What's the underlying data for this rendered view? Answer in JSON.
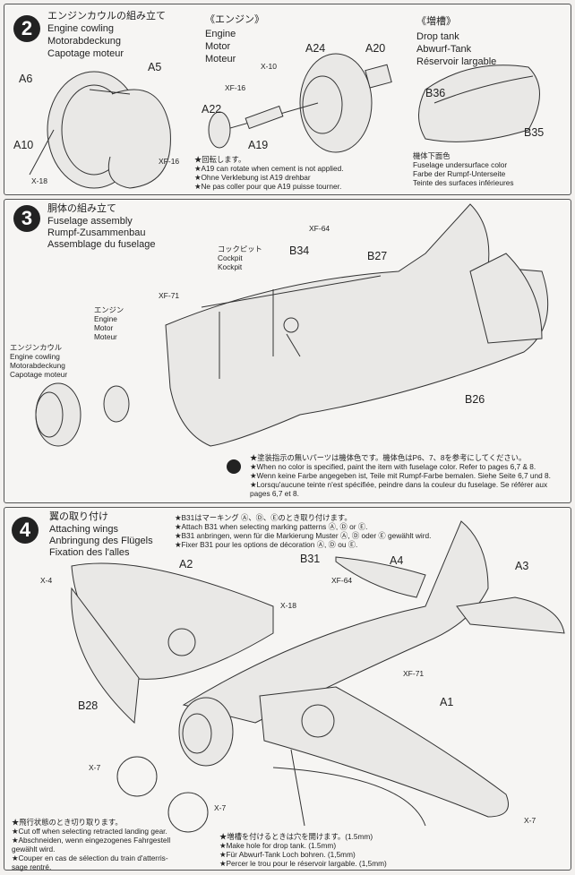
{
  "step2": {
    "number": "2",
    "title": [
      "エンジンカウルの組み立て",
      "Engine cowling",
      "Motorabdeckung",
      "Capotage moteur"
    ],
    "engine_title": [
      "《エンジン》",
      "Engine",
      "Motor",
      "Moteur"
    ],
    "tank_title": [
      "《増槽》",
      "Drop tank",
      "Abwurf-Tank",
      "Réservoir largable"
    ],
    "parts": [
      "A6",
      "A5",
      "A10",
      "X-18",
      "X-10",
      "A24",
      "A20",
      "XF-16",
      "A22",
      "A19",
      "XF-16",
      "B36",
      "B35"
    ],
    "notes": [
      "★回転します。",
      "★A19 can rotate when cement is not applied.",
      "★Ohne Verklebung ist A19 drehbar",
      "★Ne pas coller pour que A19 puisse tourner."
    ],
    "tank_color": [
      "機体下面色",
      "Fuselage undersurface color",
      "Farbe der Rumpf-Unterseite",
      "Teinte des surfaces inférieures"
    ]
  },
  "step3": {
    "number": "3",
    "title": [
      "胴体の組み立て",
      "Fuselage assembly",
      "Rumpf-Zusammenbau",
      "Assemblage du fuselage"
    ],
    "cockpit": [
      "コックピット",
      "Cockpit",
      "Kockpit"
    ],
    "engine": [
      "エンジン",
      "Engine",
      "Motor",
      "Moteur"
    ],
    "cowling": [
      "エンジンカウル",
      "Engine cowling",
      "Motorabdeckung",
      "Capotage moteur"
    ],
    "parts": [
      "XF-64",
      "B34",
      "B27",
      "XF-71",
      "B26"
    ],
    "notes": [
      "★塗装指示の無いパーツは機体色です。機体色はP6、7、8を参考にしてください。",
      "★When no color is specified, paint the item with fuselage color. Refer to pages 6,7 & 8.",
      "★Wenn keine Farbe angegeben ist, Teile mit Rumpf-Farbe bemalen. Siehe Seite 6,7 und 8.",
      "★Lorsqu'aucune teinte n'est spécifiée, peindre dans la couleur du fuselage. Se référer aux",
      "pages 6,7 et 8."
    ]
  },
  "step4": {
    "number": "4",
    "title": [
      "翼の取り付け",
      "Attaching wings",
      "Anbringung des Flügels",
      "Fixation des l'alles"
    ],
    "b31_notes": [
      "★B31はマーキング Ⓐ、Ⓓ、Ⓔのとき取り付けます。",
      "★Attach B31 when selecting marking patterns Ⓐ, Ⓓ or Ⓔ.",
      "★B31 anbringen, wenn für die Markierung Muster Ⓐ, Ⓓ oder Ⓔ gewählt wird.",
      "★Fixer B31 pour les options de décoration Ⓐ, Ⓓ ou Ⓔ."
    ],
    "parts": [
      "A2",
      "X-4",
      "B31",
      "XF-64",
      "A4",
      "A3",
      "X-18",
      "XF-71",
      "B28",
      "A1",
      "X-7",
      "X-7",
      "X-7"
    ],
    "gear_notes": [
      "★飛行状態のとき切り取ります。",
      "★Cut off when selecting retracted landing gear.",
      "★Abschneiden, wenn eingezogenes Fahrgestell",
      "gewählt wird.",
      "★Couper en cas de sélection du train d'atterris-",
      "sage rentré."
    ],
    "hole_notes": [
      "★増槽を付けるときは穴を開けます。(1.5mm)",
      "★Make hole for drop tank. (1.5mm)",
      "★Für Abwurf-Tank Loch bohren. (1,5mm)",
      "★Percer le trou pour le réservoir largable. (1,5mm)"
    ]
  }
}
